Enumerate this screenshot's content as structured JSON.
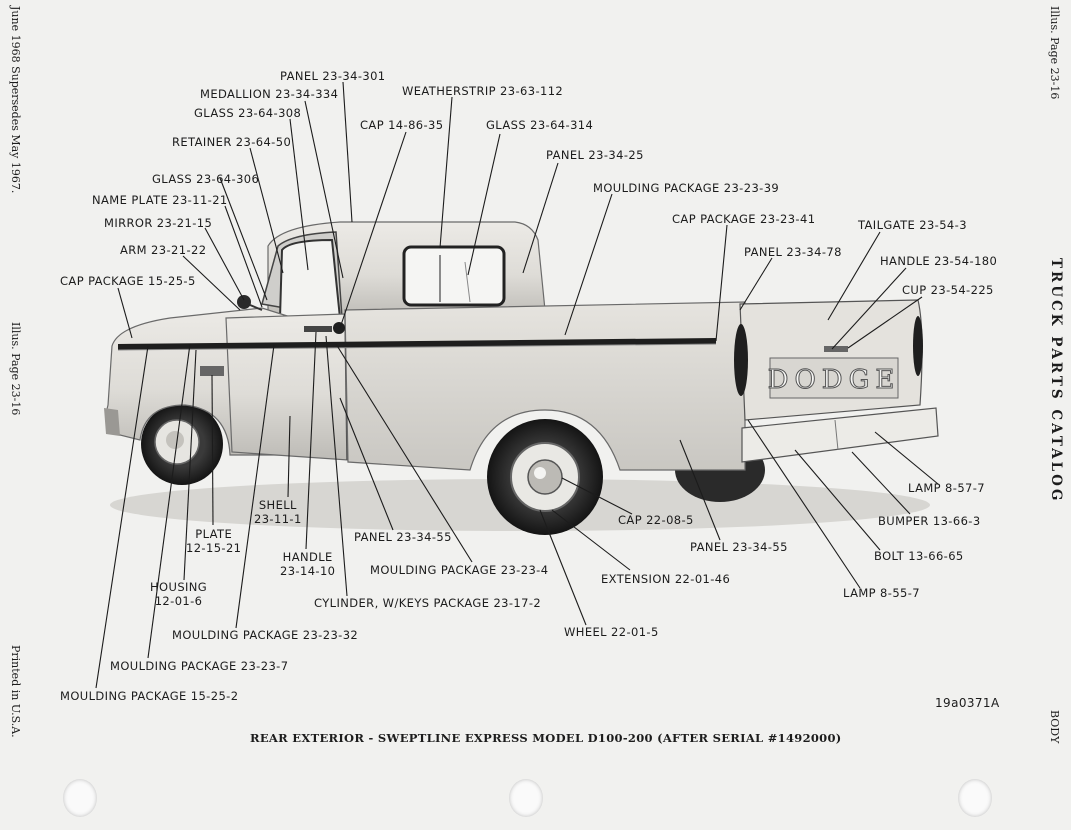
{
  "side": {
    "left_top": "June 1968 Supersedes May 1967.",
    "left_mid": "Illus. Page 23-16",
    "left_bottom": "Printed in U.S.A.",
    "right_top": "Illus. Page 23-16",
    "right_mid": "TRUCK PARTS CATALOG",
    "right_bottom": "BODY"
  },
  "figure_id": "19a0371A",
  "caption": "REAR EXTERIOR - SWEPTLINE EXPRESS MODEL D100-200 (AFTER SERIAL #1492000)",
  "tailgate_text": "DODGE",
  "labels": [
    {
      "id": "panel-23-34-301",
      "text": "PANEL 23-34-301"
    },
    {
      "id": "medallion-23-34-334",
      "text": "MEDALLION 23-34-334"
    },
    {
      "id": "glass-23-64-308",
      "text": "GLASS 23-64-308"
    },
    {
      "id": "weatherstrip-23-63-112",
      "text": "WEATHERSTRIP 23-63-112"
    },
    {
      "id": "cap-14-86-35",
      "text": "CAP 14-86-35"
    },
    {
      "id": "glass-23-64-314",
      "text": "GLASS 23-64-314"
    },
    {
      "id": "retainer-23-64-50",
      "text": "RETAINER 23-64-50"
    },
    {
      "id": "panel-23-34-25",
      "text": "PANEL 23-34-25"
    },
    {
      "id": "glass-23-64-306",
      "text": "GLASS 23-64-306"
    },
    {
      "id": "moulding-package-23-23-39",
      "text": "MOULDING PACKAGE 23-23-39"
    },
    {
      "id": "name-plate-23-11-21",
      "text": "NAME PLATE 23-11-21"
    },
    {
      "id": "cap-package-23-23-41",
      "text": "CAP PACKAGE 23-23-41"
    },
    {
      "id": "mirror-23-21-15",
      "text": "MIRROR 23-21-15"
    },
    {
      "id": "tailgate-23-54-3",
      "text": "TAILGATE 23-54-3"
    },
    {
      "id": "arm-23-21-22",
      "text": "ARM 23-21-22"
    },
    {
      "id": "panel-23-34-78",
      "text": "PANEL 23-34-78"
    },
    {
      "id": "handle-23-54-180",
      "text": "HANDLE 23-54-180"
    },
    {
      "id": "cap-package-15-25-5",
      "text": "CAP PACKAGE 15-25-5"
    },
    {
      "id": "cup-23-54-225",
      "text": "CUP 23-54-225"
    },
    {
      "id": "lamp-8-57-7",
      "text": "LAMP 8-57-7"
    },
    {
      "id": "shell-23-11-1",
      "text": "SHELL\n23-11-1"
    },
    {
      "id": "cap-22-08-5",
      "text": "CAP 22-08-5"
    },
    {
      "id": "bumper-13-66-3",
      "text": "BUMPER 13-66-3"
    },
    {
      "id": "plate-12-15-21",
      "text": "PLATE\n12-15-21"
    },
    {
      "id": "panel-23-34-55-a",
      "text": "PANEL 23-34-55"
    },
    {
      "id": "panel-23-34-55-b",
      "text": "PANEL 23-34-55"
    },
    {
      "id": "bolt-13-66-65",
      "text": "BOLT 13-66-65"
    },
    {
      "id": "handle-23-14-10",
      "text": "HANDLE\n23-14-10"
    },
    {
      "id": "moulding-package-23-23-4",
      "text": "MOULDING PACKAGE 23-23-4"
    },
    {
      "id": "extension-22-01-46",
      "text": "EXTENSION 22-01-46"
    },
    {
      "id": "housing-12-01-6",
      "text": "HOUSING\n12-01-6"
    },
    {
      "id": "lamp-8-55-7",
      "text": "LAMP 8-55-7"
    },
    {
      "id": "cylinder-w-keys-package-23-17-2",
      "text": "CYLINDER, W/KEYS PACKAGE 23-17-2"
    },
    {
      "id": "wheel-22-01-5",
      "text": "WHEEL 22-01-5"
    },
    {
      "id": "moulding-package-23-23-32",
      "text": "MOULDING PACKAGE 23-23-32"
    },
    {
      "id": "moulding-package-23-23-7",
      "text": "MOULDING PACKAGE 23-23-7"
    },
    {
      "id": "moulding-package-15-25-2",
      "text": "MOULDING PACKAGE 15-25-2"
    }
  ]
}
